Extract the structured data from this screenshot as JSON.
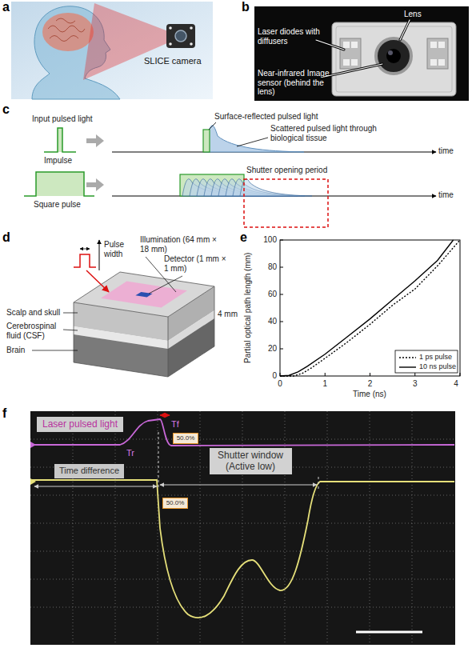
{
  "diagram": {
    "nodes": [
      {
        "text": [
          "Laser pulsed light"
        ]
      },
      {
        "text": [
          "50.0%"
        ]
      },
      {
        "text": [
          "Time difference"
        ]
      },
      {
        "text": [
          "Shutter window (Active low)"
        ]
      },
      {
        "text": [
          "50.0%"
        ]
      }
    ],
    "labels": [
      "a",
      "b",
      "c",
      "d",
      "e",
      "f",
      "SLICE camera",
      "Laser diodes with diffusers",
      "Lens",
      "Near-infrared Image sensor (behind the lens)",
      "Input pulsed light",
      "Surface-reflected pulsed light",
      "Scattered pulsed light through biological tissue",
      "time",
      "Impulse",
      "Shutter opening period",
      "Square pulse",
      "time",
      "Pulse width",
      "Illumination (64 mm × 18 mm)",
      "Detector (1 mm × 1 mm)",
      "Scalp and skull",
      "Cerebrospinal fluid (CSF)",
      "Brain",
      "4 mm",
      "Partial optical path length (mm)",
      "0",
      "20",
      "40",
      "60",
      "80",
      "100",
      "0",
      "1",
      "2",
      "3",
      "4",
      "Time (ns)",
      "Tr",
      "Tf"
    ],
    "legend": [
      {
        "text": "1 ps pulse"
      },
      {
        "text": "10 ns pulse"
      }
    ]
  }
}
